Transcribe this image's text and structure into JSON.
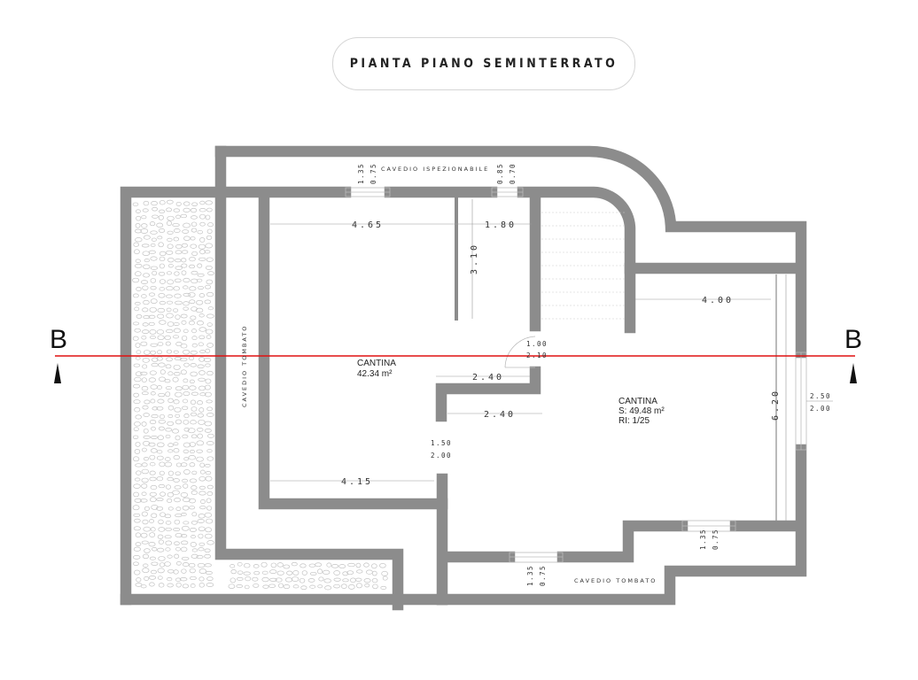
{
  "title": "PIANTA PIANO SEMINTERRATO",
  "section_marker": {
    "left": "B",
    "right": "B",
    "line_color": "#e01010"
  },
  "wall_color": "#8c8c8c",
  "labels": {
    "cavedio_top": "CAVEDIO ISPEZIONABILE",
    "cavedio_left": "CAVEDIO TOMBATO",
    "cavedio_bottom": "CAVEDIO TOMBATO"
  },
  "rooms": [
    {
      "name": "CANTINA",
      "area": "42.34 m²"
    },
    {
      "name": "CANTINA",
      "area": "S:  49.48 m²",
      "ri": "RI:  1/25"
    }
  ],
  "dimensions": {
    "d465": "4.65",
    "d180": "1.80",
    "d310": "3.10",
    "d400": "4.00",
    "d240a": "2.40",
    "d240b": "2.40",
    "d415": "4.15",
    "d620": "6.20"
  },
  "openings": {
    "win_top1": [
      "1.35",
      "0.75"
    ],
    "win_top2": [
      "0.85",
      "0.70"
    ],
    "door_center": [
      "1.00",
      "2.10"
    ],
    "door_left": [
      "1.50",
      "2.00"
    ],
    "win_right": [
      "2.50",
      "2.00"
    ],
    "win_bottom1": [
      "1.35",
      "0.75"
    ],
    "win_bottom2": [
      "1.35",
      "0.75"
    ]
  }
}
